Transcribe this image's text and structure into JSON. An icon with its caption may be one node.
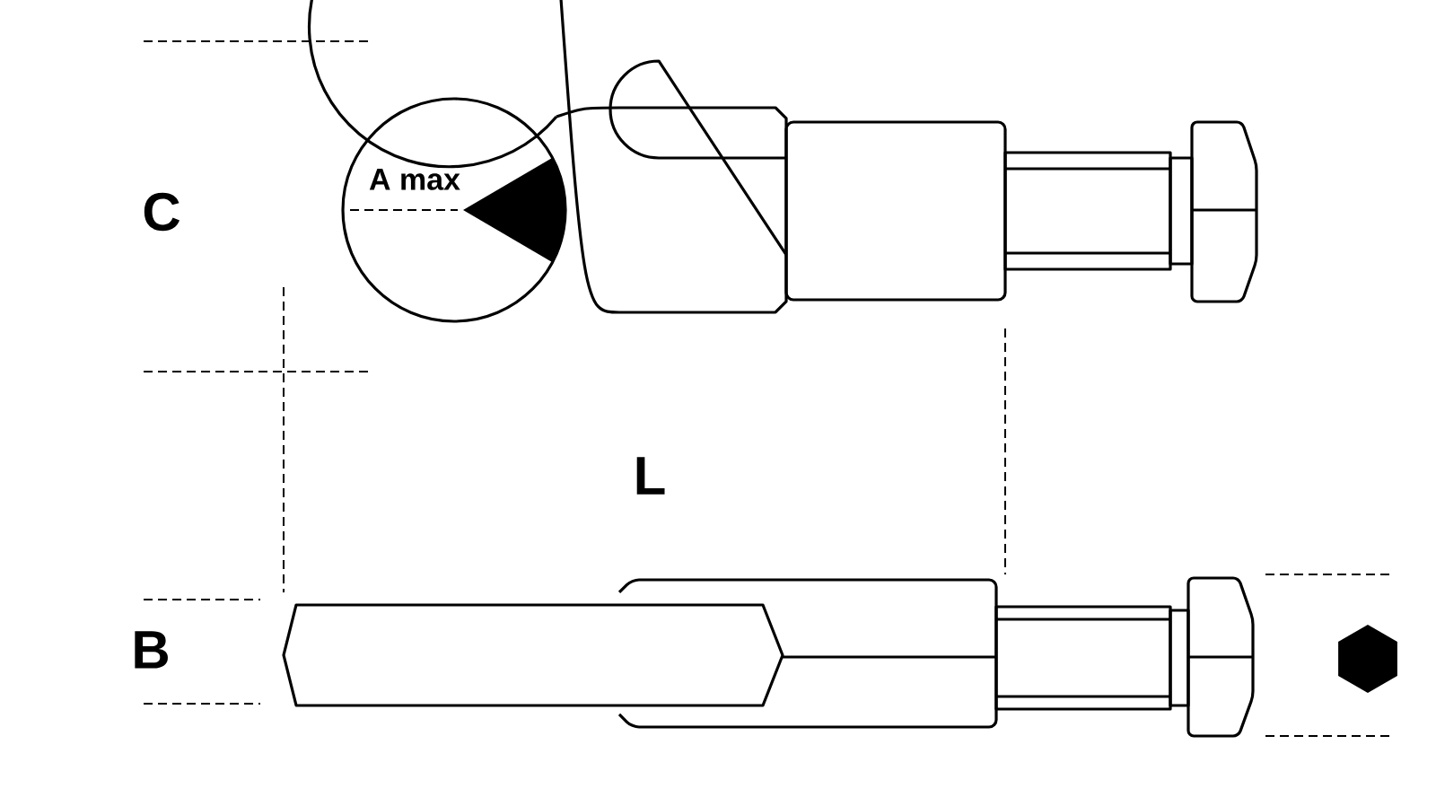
{
  "diagram": {
    "labels": [
      "C",
      "A max",
      "L",
      "B"
    ]
  }
}
